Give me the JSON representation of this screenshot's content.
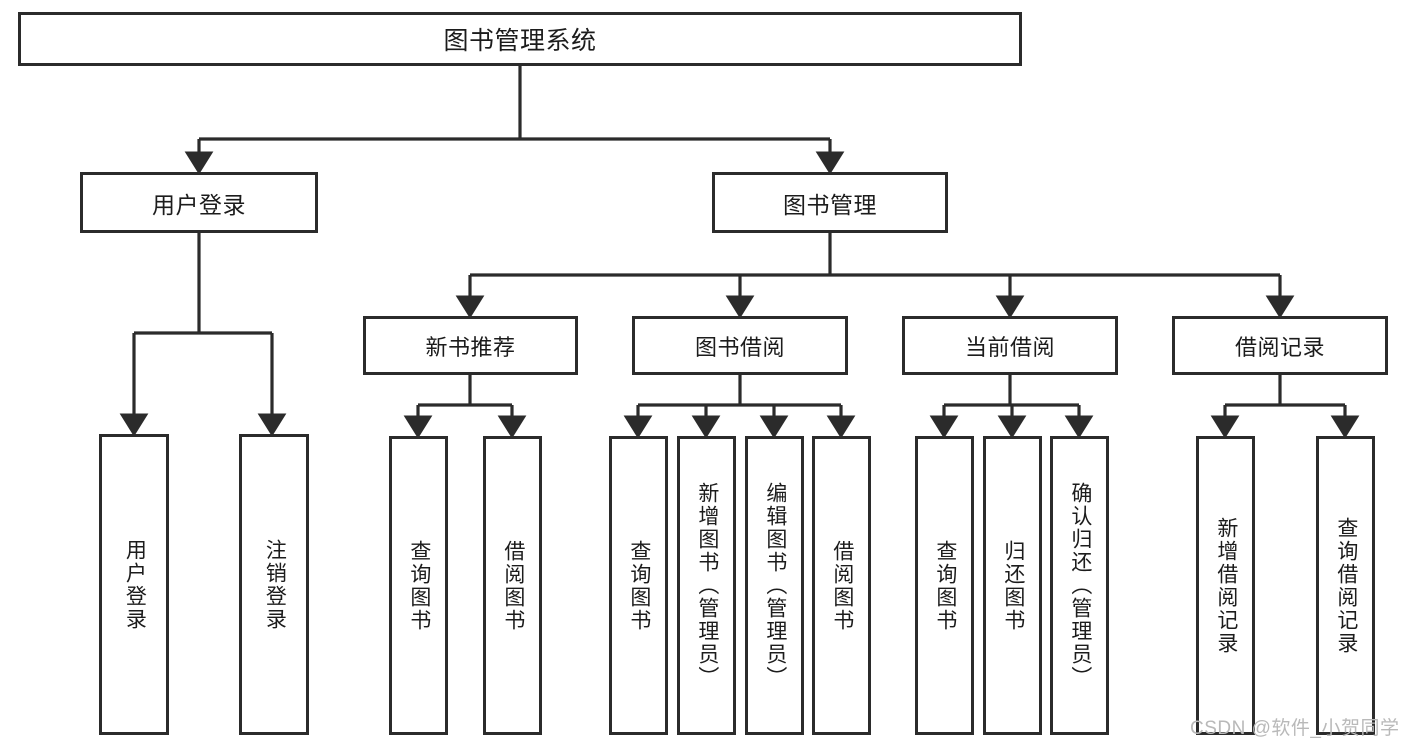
{
  "diagram": {
    "title_node": {
      "label": "图书管理系统"
    },
    "level1": [
      {
        "label": "用户登录"
      },
      {
        "label": "图书管理"
      }
    ],
    "level2": [
      {
        "label": "新书推荐"
      },
      {
        "label": "图书借阅"
      },
      {
        "label": "当前借阅"
      },
      {
        "label": "借阅记录"
      }
    ],
    "leaves": {
      "user_login": [
        {
          "label": "用户登录"
        },
        {
          "label": "注销登录"
        }
      ],
      "new_book_recommend": [
        {
          "label": "查询图书"
        },
        {
          "label": "借阅图书"
        }
      ],
      "book_borrow": [
        {
          "label": "查询图书"
        },
        {
          "label": "新增图书（管理员）"
        },
        {
          "label": "编辑图书（管理员）"
        },
        {
          "label": "借阅图书"
        }
      ],
      "current_borrow": [
        {
          "label": "查询图书"
        },
        {
          "label": "归还图书"
        },
        {
          "label": "确认归还（管理员）"
        }
      ],
      "borrow_record": [
        {
          "label": "新增借阅记录"
        },
        {
          "label": "查询借阅记录"
        }
      ]
    }
  },
  "watermark": {
    "text": "CSDN @软件_小贺同学"
  },
  "colors": {
    "border": "#2b2b2b",
    "background": "#ffffff",
    "text": "#1c1c1c",
    "watermark": "#b9b9b9"
  }
}
